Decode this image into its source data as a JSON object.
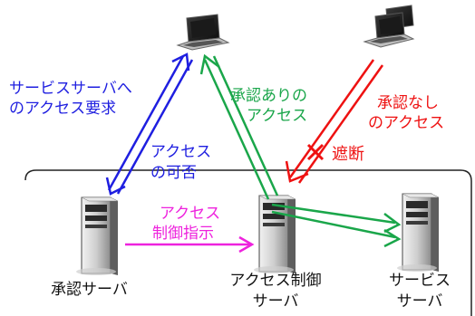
{
  "colors": {
    "blue": "#1f1fe0",
    "green": "#1aa64a",
    "red": "#ee1111",
    "magenta": "#ee22dd",
    "black": "#111111"
  },
  "labels": {
    "blue_request_1": "サービスサーバへ",
    "blue_request_2": "のアクセス要求",
    "blue_result_1": "アクセス",
    "blue_result_2": "の可否",
    "green_1": "承認ありの",
    "green_2": "アクセス",
    "red_1": "承認なし",
    "red_2": "のアクセス",
    "blocked": "遮断",
    "magenta_1": "アクセス",
    "magenta_2": "制御指示",
    "auth_server": "承認サーバ",
    "access_server_1": "アクセス制御",
    "access_server_2": "サーバ",
    "service_server_1": "サービス",
    "service_server_2": "サーバ"
  },
  "icons": {
    "laptop_left": "laptop-icon",
    "laptop_right": "laptop-stack-icon",
    "server_auth": "server-tower-icon",
    "server_access": "server-tower-icon",
    "server_service": "server-tower-icon"
  }
}
